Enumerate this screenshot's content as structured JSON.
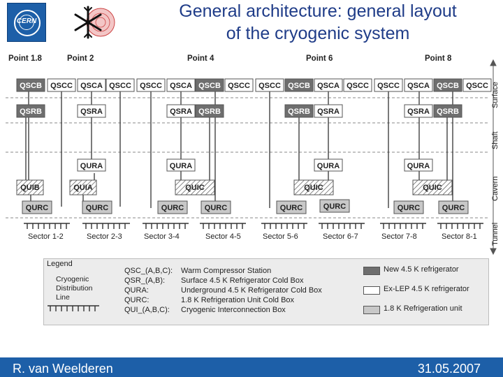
{
  "header": {
    "title_line1": "General architecture: general layout",
    "title_line2": "of the cryogenic system"
  },
  "logos": {
    "cern_text": "CERN",
    "cern_icon": "cern-logo",
    "snowflake_icon": "snowflake-logo"
  },
  "points": [
    "Point 1.8",
    "Point 2",
    "Point 4",
    "Point 6",
    "Point 8"
  ],
  "levels": [
    "Surface",
    "Shaft",
    "Cavern",
    "Tunnel"
  ],
  "sectors": [
    "Sector 1-2",
    "Sector 2-3",
    "Sector 3-4",
    "Sector 4-5",
    "Sector 5-6",
    "Sector 6-7",
    "Sector 7-8",
    "Sector 8-1"
  ],
  "box_labels": {
    "qscb": "QSCB",
    "qscc": "QSCC",
    "qsca": "QSCA",
    "qsrb": "QSRB",
    "qsra": "QSRA",
    "qura": "QURA",
    "quib": "QUIB",
    "quia": "QUIA",
    "quic": "QUIC",
    "qurc": "QURC"
  },
  "legend": {
    "title": "Legend",
    "line_label_1": "Cryogenic",
    "line_label_2": "Distribution",
    "line_label_3": "Line",
    "rows": [
      {
        "code": "QSC_(A,B,C):",
        "desc": "Warm Compressor Station"
      },
      {
        "code": "QSR_(A,B):",
        "desc": "Surface 4.5 K Refrigerator Cold Box"
      },
      {
        "code": "QURA:",
        "desc": "Underground 4.5 K Refrigerator Cold Box"
      },
      {
        "code": "QURC:",
        "desc": "1.8 K Refrigeration Unit Cold Box"
      },
      {
        "code": "QUI_(A,B,C):",
        "desc": "Cryogenic Interconnection Box"
      }
    ],
    "key": [
      {
        "label": "New 4.5 K refrigerator",
        "color": "#6e6e6e"
      },
      {
        "label": "Ex-LEP 4.5 K refrigerator",
        "color": "#ffffff"
      },
      {
        "label": "1.8 K Refrigeration unit",
        "color": "#c8c8c8"
      }
    ]
  },
  "colors": {
    "brand": "#1d5fa8",
    "title": "#1f3c88",
    "new_refrigerator": "#6e6e6e",
    "ex_lep": "#ffffff",
    "unit_1_8k": "#c8c8c8"
  },
  "footer": {
    "author": "R. van Weelderen",
    "date": "31.05.2007"
  }
}
